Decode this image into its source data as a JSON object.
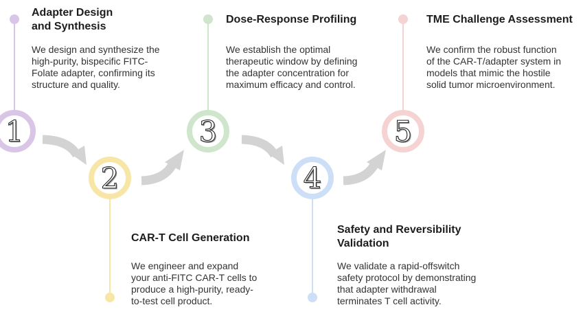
{
  "steps": [
    {
      "number": "1",
      "title": "Adapter Design\nand Synthesis",
      "description": "We design and synthesize the\nhigh-purity, bispecific FITC-\nFolate adapter, confirming its\nstructure and quality.",
      "color": "#d9c6e6"
    },
    {
      "number": "2",
      "title": "CAR-T Cell Generation",
      "description": "We engineer and expand\nyour anti-FITC CAR-T cells to\nproduce a high-purity, ready-\nto-test cell product.",
      "color": "#f7e6a6"
    },
    {
      "number": "3",
      "title": "Dose-Response Profiling",
      "description": "We establish the optimal\ntherapeutic window by defining\nthe adapter concentration for\nmaximum efficacy and control.",
      "color": "#cfe6cc"
    },
    {
      "number": "4",
      "title": "Safety and Reversibility\nValidation",
      "description": "We validate a rapid-offswitch\nsafety protocol by demonstrating\nthat adapter withdrawal\nterminates T cell activity.",
      "color": "#cddff7"
    },
    {
      "number": "5",
      "title": "TME Challenge Assessment",
      "description": "We confirm the robust function\nof the CAR-T/adapter system in\nmodels that mimic the hostile\nsolid tumor microenvironment.",
      "color": "#f5d3d3"
    }
  ],
  "arrow_color": "#d3d3d3"
}
